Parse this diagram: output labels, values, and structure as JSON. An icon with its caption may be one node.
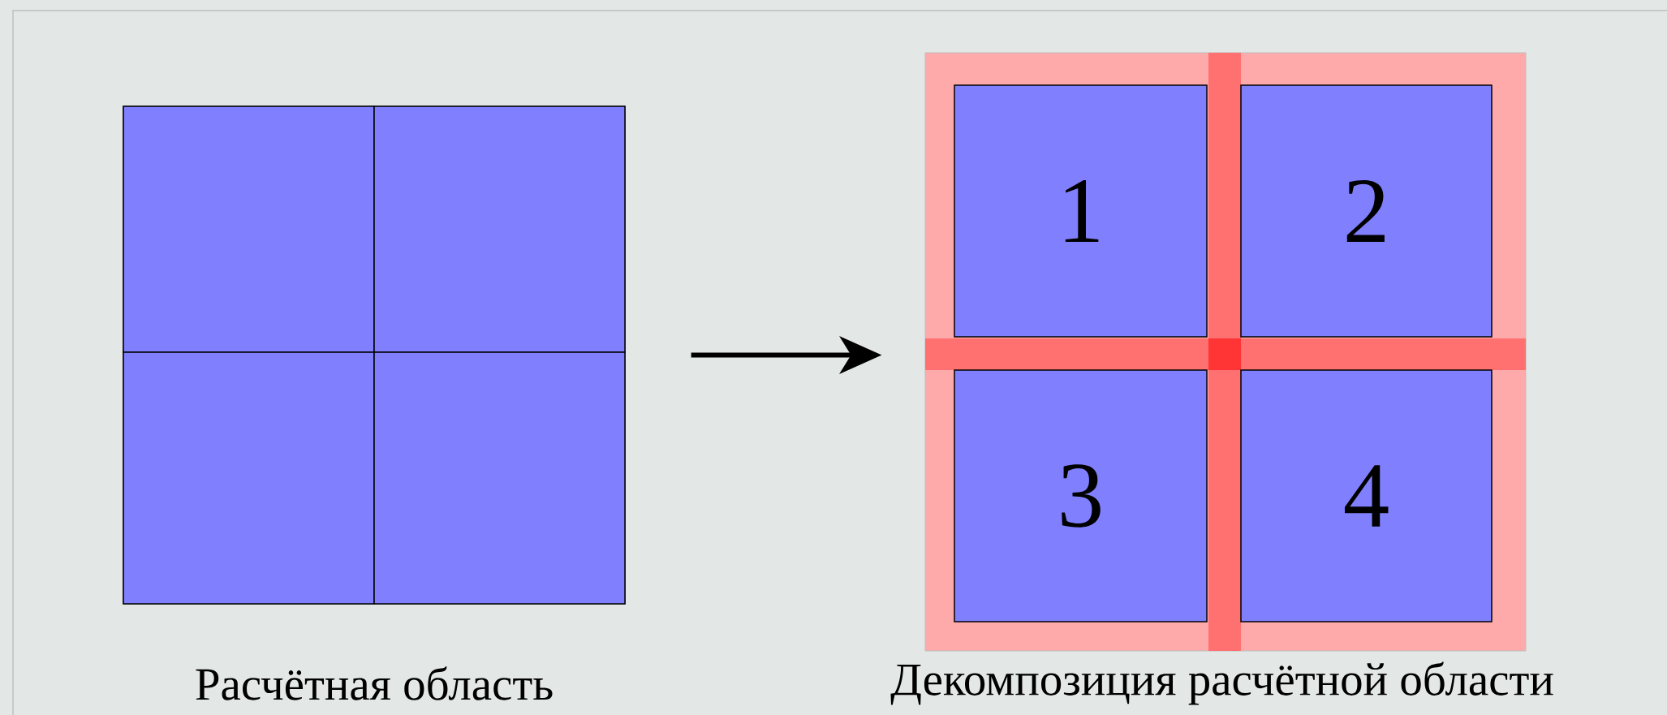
{
  "diagram": {
    "nodes": [
      {
        "text": [
          "Расчётная область"
        ]
      },
      {
        "text": [],
        "shape": "box",
        "in": 0
      },
      {
        "text": [],
        "shape": "box",
        "in": 0
      },
      {
        "text": [],
        "shape": "box",
        "in": 0
      },
      {
        "text": [],
        "shape": "box",
        "in": 0
      },
      {
        "text": [
          "Декомпозиция расчётной области"
        ]
      },
      {
        "text": [
          "1"
        ],
        "in": 5
      },
      {
        "text": [
          "2"
        ],
        "in": 5
      },
      {
        "text": [
          "3"
        ],
        "in": 5
      },
      {
        "text": [
          "4"
        ],
        "in": 5
      }
    ],
    "edges": [
      {
        "from": 0,
        "to": 5,
        "arrow": "to"
      }
    ]
  }
}
